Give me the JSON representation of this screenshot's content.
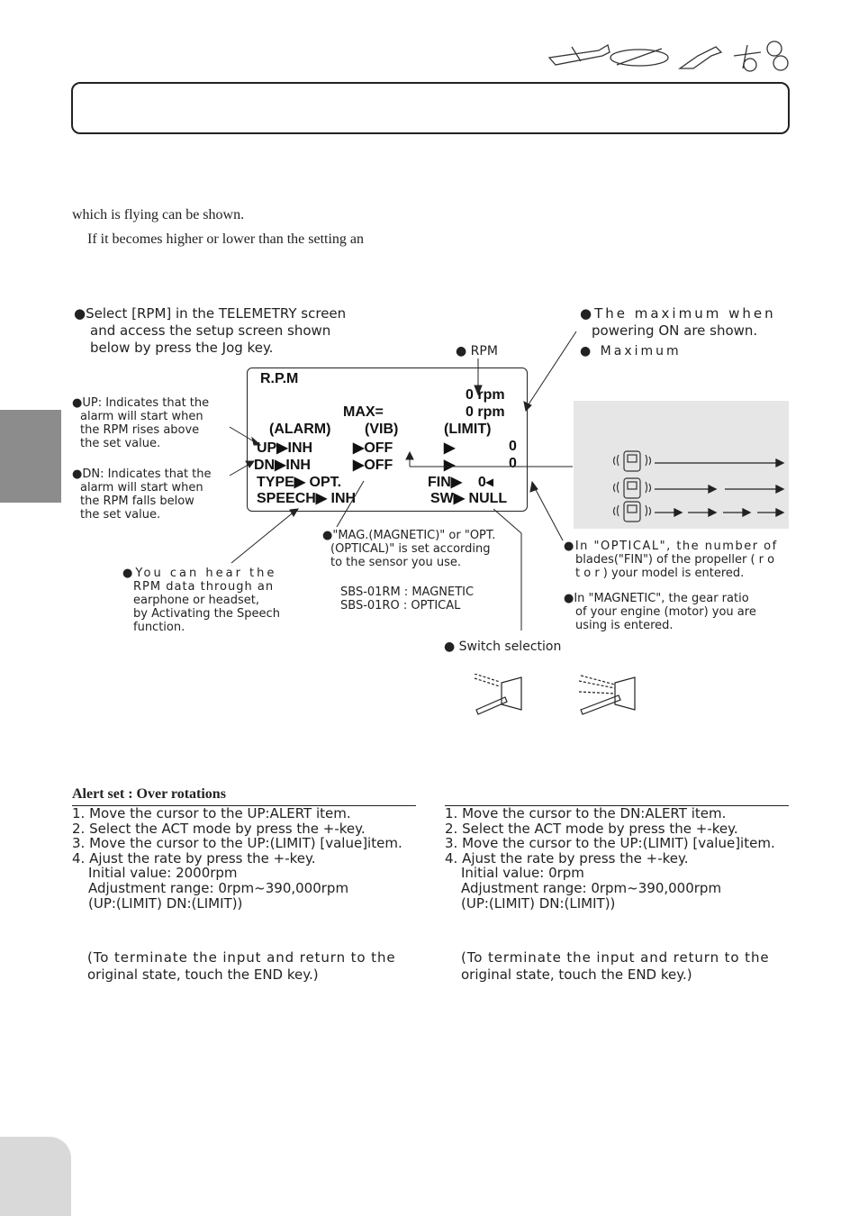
{
  "intro": {
    "line1": "which is flying can be shown.",
    "line2": "If it becomes higher or lower than the setting  an"
  },
  "screen": {
    "title": "R.P.M",
    "rpm_value": "0 rpm",
    "max_label": "MAX=",
    "max_value": "0 rpm",
    "col_alarm": "(ALARM)",
    "col_vib": "(VIB)",
    "col_limit": "(LIMIT)",
    "up_label": "UP",
    "up_alarm": "INH",
    "up_vib": "OFF",
    "up_limit": "0",
    "dn_label": "DN",
    "dn_alarm": "INH",
    "dn_vib": "OFF",
    "dn_limit": "0",
    "type_label": "TYPE",
    "type_value": "OPT.",
    "fin_label": "FIN",
    "fin_value": "0",
    "speech_label": "SPEECH",
    "speech_value": "INH",
    "sw_label": "SW",
    "sw_value": "NULL"
  },
  "annotations": {
    "select_rpm": [
      "●Select [RPM] in the TELEMETRY screen",
      "and access the setup screen shown",
      "below by press the Jog key."
    ],
    "max_note": [
      "●The maximum when",
      "powering ON are shown."
    ],
    "rpm_note": "● RPM",
    "maximum_note": "● Maximum",
    "up_note": [
      "●UP: Indicates that the",
      "alarm will start when",
      "the RPM rises above",
      "the set value."
    ],
    "dn_note": [
      "●DN: Indicates that the",
      "alarm will start when",
      "the RPM falls below",
      "the set value."
    ],
    "mag_note": [
      "●\"MAG.(MAGNETIC)\" or \"OPT.",
      "(OPTICAL)\" is set according",
      "to the sensor you use."
    ],
    "sensors": [
      "SBS-01RM : MAGNETIC",
      "SBS-01RO : OPTICAL"
    ],
    "speech_note": [
      "●You can hear the",
      "RPM data through an",
      "earphone or headset,",
      "by Activating the Speech",
      "function."
    ],
    "optical_note": [
      "●In \"OPTICAL\", the number of",
      "blades(\"FIN\") of the propeller ( r o",
      "t o r ) your model is entered."
    ],
    "magnetic_note": [
      "●In \"MAGNETIC\", the gear ratio",
      "of your engine (motor) you are",
      "using is entered."
    ],
    "switch_note": "● Switch selection"
  },
  "left_section": {
    "heading": "Alert set : Over rotations",
    "steps": [
      "1. Move the cursor to the UP:ALERT item.",
      "2. Select the ACT mode by press the +-key.",
      "3. Move the cursor to the UP:(LIMIT) [value]item.",
      "4. Ajust the rate by press the +-key.",
      "Initial value: 2000rpm",
      "Adjustment range: 0rpm~390,000rpm",
      "(UP:(LIMIT)      DN:(LIMIT))"
    ],
    "note": [
      "(To terminate the input and return to the",
      "original state, touch the END key.)"
    ]
  },
  "right_section": {
    "steps": [
      "1. Move the cursor to the DN:ALERT item.",
      "2. Select the ACT mode by press the +-key.",
      "3. Move the cursor to the UP:(LIMIT) [value]item.",
      "4. Ajust the rate by press the +-key.",
      "Initial value: 0rpm",
      "Adjustment range: 0rpm~390,000rpm",
      "(UP:(LIMIT)      DN:(LIMIT))"
    ],
    "note": [
      "(To terminate the input and return to the",
      "original state, touch the END key.)"
    ]
  },
  "colors": {
    "side_tab": "#8c8c8c",
    "vibe_panel": "#e6e6e6",
    "page_tab": "#d9d9d9"
  }
}
